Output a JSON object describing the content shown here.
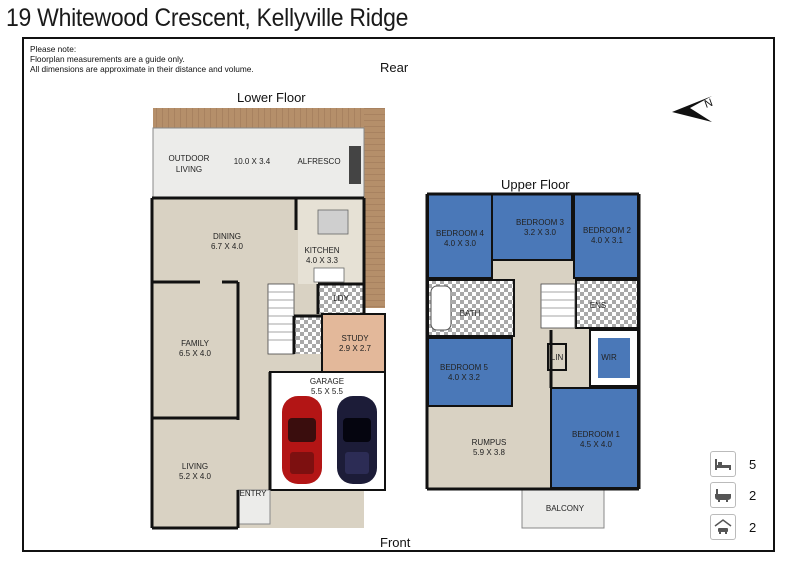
{
  "title": "19 Whitewood Crescent, Kellyville Ridge",
  "note": [
    "Please note:",
    "Floorplan measurements are a guide only.",
    "All dimensions are approximate in their distance and volume."
  ],
  "orientation": {
    "rear": "Rear",
    "front": "Front"
  },
  "lower_floor": {
    "label": "Lower Floor",
    "rooms": {
      "outdoor_living": [
        "OUTDOOR",
        "LIVING"
      ],
      "alfresco_size": "10.0 X 3.4",
      "alfresco": "ALFRESCO",
      "dining": [
        "DINING",
        "6.7 X 4.0"
      ],
      "kitchen": [
        "KITCHEN",
        "4.0 X 3.3"
      ],
      "ldy": "LDY",
      "family": [
        "FAMILY",
        "6.5 X 4.0"
      ],
      "study": [
        "STUDY",
        "2.9 X 2.7"
      ],
      "garage": [
        "GARAGE",
        "5.5 X 5.5"
      ],
      "living": [
        "LIVING",
        "5.2 X 4.0"
      ],
      "entry": "ENTRY"
    }
  },
  "upper_floor": {
    "label": "Upper Floor",
    "rooms": {
      "bedroom4": [
        "BEDROOM 4",
        "4.0 X 3.0"
      ],
      "bedroom3": [
        "BEDROOM 3",
        "3.2 X 3.0"
      ],
      "bedroom2": [
        "BEDROOM 2",
        "4.0 X 3.1"
      ],
      "bath": "BATH",
      "ens": "ENS",
      "bedroom5": [
        "BEDROOM 5",
        "4.0 X 3.2"
      ],
      "lin": "LIN",
      "wir": "WIR",
      "rumpus": [
        "RUMPUS",
        "5.9 X 3.8"
      ],
      "bedroom1": [
        "BEDROOM 1",
        "4.5 X 4.0"
      ],
      "balcony": "BALCONY"
    }
  },
  "stats": {
    "bedrooms": {
      "icon": "bed-icon",
      "value": "5"
    },
    "bathrooms": {
      "icon": "bath-icon",
      "value": "2"
    },
    "garage": {
      "icon": "car-icon",
      "value": "2"
    }
  },
  "colors": {
    "beige": "#d9d2c3",
    "bedroom_blue": "#4a78b8",
    "study": "#e3b89a",
    "deck": "#b58f6a",
    "wall": "#111111"
  }
}
